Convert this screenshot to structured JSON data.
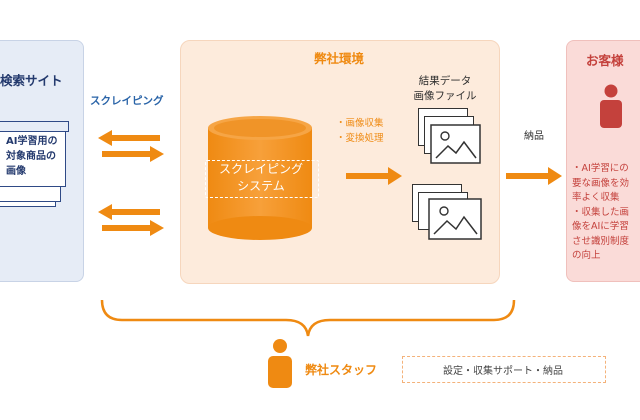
{
  "left": {
    "title": "検索サイト",
    "doc_lines": [
      "AI学習用の",
      "対象商品の",
      "画像"
    ]
  },
  "scraping_label": "スクレイピング",
  "center": {
    "title": "弊社環境",
    "system_lines": [
      "スクレイピング",
      "システム"
    ],
    "process_lines": [
      "・画像収集",
      "・変換処理"
    ],
    "result_lines": [
      "結果データ",
      "画像ファイル"
    ]
  },
  "delivery_label": "納品",
  "right": {
    "title": "お客様",
    "text_lines": [
      "・AI学習にの",
      "要な画像を効",
      "率よく収集",
      "・収集した画",
      "像をAIに学習",
      "させ識別制度",
      "の向上"
    ]
  },
  "staff": {
    "label": "弊社スタッフ",
    "tasks": "設定・収集サポート・納品"
  },
  "colors": {
    "orange": "#ef8a12",
    "navy": "#2f4a86",
    "red": "#c4413c"
  }
}
